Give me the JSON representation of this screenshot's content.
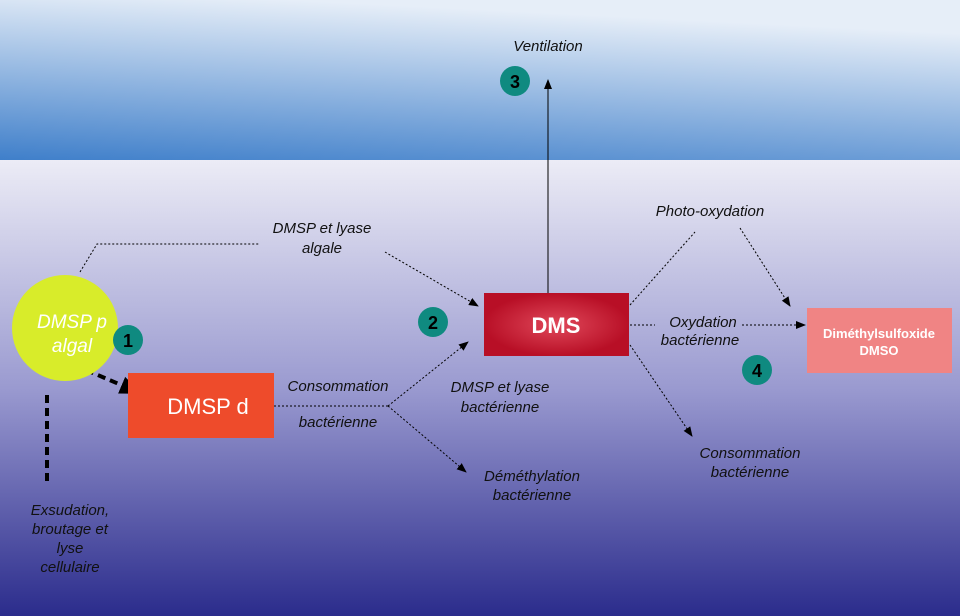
{
  "colors": {
    "sky_top": "#e6eef8",
    "sky_bottom": "#3f7fca",
    "sea_top": "#ececf6",
    "sea_bottom": "#2b2c8c",
    "algal": "#d8ec2a",
    "dmsp_d": "#ee4b2b",
    "dms": "#c3122c",
    "dmso": "#f08484",
    "badge": "#0f8a80"
  },
  "nodes": {
    "algal": [
      "DMSP p",
      "algal"
    ],
    "dmsp_d": "DMSP d",
    "dms": "DMS",
    "dmso": [
      "Diméthylsulfoxide",
      "DMSO"
    ]
  },
  "badges": [
    "1",
    "2",
    "3",
    "4"
  ],
  "labels": {
    "ventilation": "Ventilation",
    "lyase_algale": [
      "DMSP et lyase",
      "algale"
    ],
    "consommation_1": "Consommation",
    "bacterienne_1": "bactérienne",
    "lyase_bact": [
      "DMSP et lyase",
      "bactérienne"
    ],
    "demethylation": [
      "Déméthylation",
      "bactérienne"
    ],
    "photo": "Photo-oxydation",
    "oxydation": [
      "Oxydation",
      "bactérienne"
    ],
    "consommation_2": [
      "Consommation",
      "bactérienne"
    ],
    "exsudation": [
      "Exsudation,",
      "broutage et",
      "lyse",
      "cellulaire"
    ]
  }
}
